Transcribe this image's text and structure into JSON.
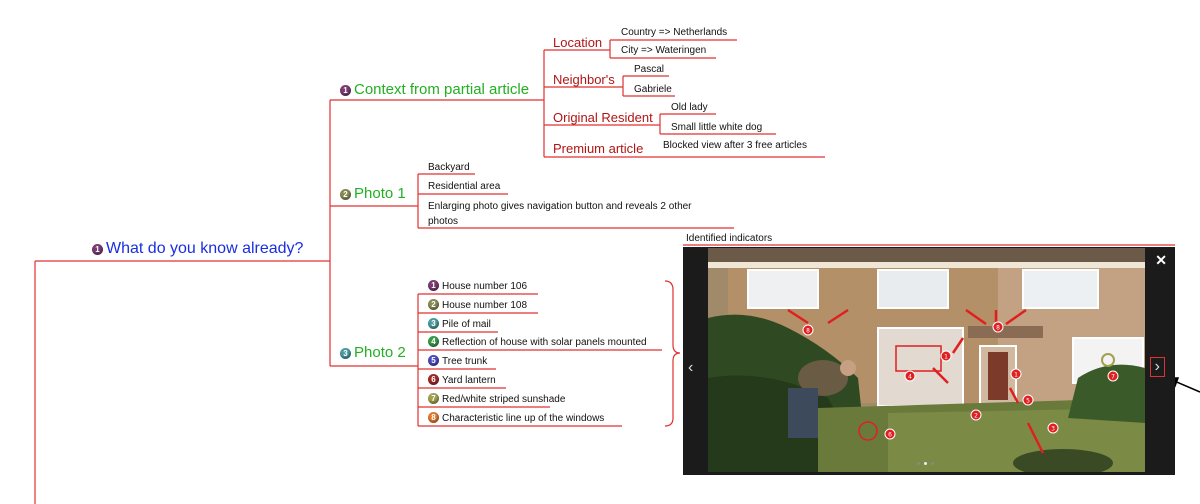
{
  "root": {
    "label": "What do you know already?",
    "bullet": "1"
  },
  "branches": [
    {
      "label": "Context from partial article",
      "bullet": "1",
      "bullet_color": "#7a3b73",
      "children": [
        {
          "label": "Location",
          "items": [
            "Country => Netherlands",
            "City => Wateringen"
          ]
        },
        {
          "label": "Neighbor's",
          "items": [
            "Pascal",
            "Gabriele"
          ]
        },
        {
          "label": "Original Resident",
          "items": [
            "Old lady",
            "Small little white dog"
          ]
        },
        {
          "label": "Premium article",
          "items": [
            "Blocked view after 3 free articles"
          ]
        }
      ]
    },
    {
      "label": "Photo 1",
      "bullet": "2",
      "bullet_color": "#8a8a55",
      "items": [
        "Backyard",
        "Residential area",
        "Enlarging photo gives navigation button and reveals 2 other photos"
      ]
    },
    {
      "label": "Photo 2",
      "bullet": "3",
      "bullet_color": "#4a9aa0",
      "items": [
        {
          "num": "1",
          "color": "#7a3b73",
          "label": "House number 106"
        },
        {
          "num": "2",
          "color": "#8a8a55",
          "label": "House number 108"
        },
        {
          "num": "3",
          "color": "#4a9aa0",
          "label": "Pile of mail"
        },
        {
          "num": "4",
          "color": "#3a9a4a",
          "label": "Reflection of house with solar panels mounted"
        },
        {
          "num": "5",
          "color": "#4a4ac0",
          "label": "Tree trunk"
        },
        {
          "num": "6",
          "color": "#a02a2a",
          "label": "Yard lantern"
        },
        {
          "num": "7",
          "color": "#a0a050",
          "label": "Red/white striped sunshade"
        },
        {
          "num": "8",
          "color": "#e07a30",
          "label": "Characteristic line up of the windows"
        }
      ]
    }
  ],
  "viewer": {
    "caption": "Identified indicators",
    "close_icon": "close-icon",
    "prev_icon": "chevron-left-icon",
    "next_icon": "chevron-right-icon",
    "markers": [
      "8",
      "8",
      "1",
      "4",
      "7",
      "1",
      "2",
      "6",
      "3",
      "5"
    ]
  },
  "colors": {
    "branch_line": "#e03030",
    "root_line": "#e03030",
    "green_text": "#22b022",
    "red_text": "#b01515",
    "blue_text": "#1a2ee0"
  }
}
